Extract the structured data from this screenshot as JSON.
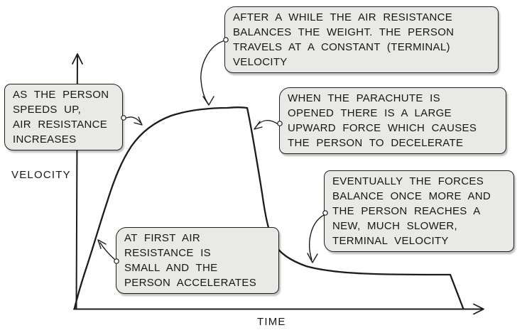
{
  "diagram": {
    "title_context": "velocity-time sketch graph for a falling parachutist",
    "ink_color": "#1c1c1c",
    "callout_fill": "#e9eae6",
    "axes": {
      "y_label": "VELOCITY",
      "x_label": "TIME"
    },
    "annotations": {
      "terminal_velocity": {
        "text": "AFTER A WHILE THE AIR RESISTANCE\nBALANCES THE WEIGHT. THE PERSON\nTRAVELS AT A CONSTANT (TERMINAL)\nVELOCITY"
      },
      "speeds_up": {
        "text": "AS THE PERSON\nSPEEDS UP,\nAIR RESISTANCE\nINCREASES"
      },
      "parachute_opens": {
        "text": "WHEN THE PARACHUTE IS\nOPENED THERE IS A LARGE\nUPWARD FORCE WHICH CAUSES\nTHE PERSON TO DECELERATE"
      },
      "new_terminal_velocity": {
        "text": "EVENTUALLY THE FORCES\nBALANCE ONCE MORE AND\nTHE PERSON REACHES A\nNEW, MUCH SLOWER,\nTERMINAL VELOCITY"
      },
      "at_first": {
        "text": "AT FIRST AIR\nRESISTANCE IS\nSMALL AND THE\nPERSON ACCELERATES"
      }
    }
  },
  "chart_data": {
    "type": "line",
    "title": "",
    "xlabel": "TIME",
    "ylabel": "VELOCITY",
    "numeric_axes": false,
    "grid": false,
    "legend": "none",
    "series": [
      {
        "name": "velocity of falling person",
        "x_normalized": [
          0,
          0.03,
          0.08,
          0.14,
          0.24,
          0.37,
          0.42,
          0.46,
          0.49,
          0.57,
          0.73,
          0.92,
          0.95
        ],
        "v_normalized": [
          0,
          0.17,
          0.53,
          0.81,
          0.96,
          1.0,
          1.0,
          0.58,
          0.33,
          0.21,
          0.175,
          0.17,
          0
        ]
      }
    ],
    "qualitative_phases": [
      "accelerates from rest with decreasing slope",
      "constant (terminal) velocity plateau",
      "sharp deceleration when parachute opens",
      "levels off at new much slower terminal velocity",
      "velocity falls to zero at end"
    ]
  }
}
